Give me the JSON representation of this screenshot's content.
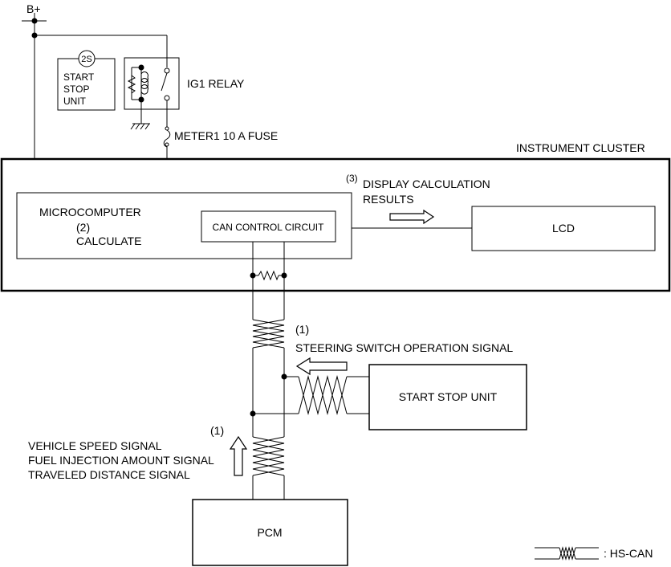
{
  "labels": {
    "b_plus": "B+",
    "start_stop_unit_small": [
      "START",
      "STOP",
      "UNIT"
    ],
    "badge_2s": "2S",
    "ig1_relay": "IG1 RELAY",
    "fuse": "METER1 10 A FUSE",
    "instrument_cluster": "INSTRUMENT CLUSTER",
    "microcomputer": "MICROCOMPUTER",
    "step2_num": "(2)",
    "step2_text": "CALCULATE",
    "can_control": "CAN CONTROL CIRCUIT",
    "step3_num": "(3)",
    "step3_text_line1": "DISPLAY CALCULATION",
    "step3_text_line2": "RESULTS",
    "lcd": "LCD",
    "step1_num_upper": "(1)",
    "steering_signal": "STEERING SWITCH OPERATION SIGNAL",
    "start_stop_unit": "START STOP UNIT",
    "step1_num_lower": "(1)",
    "pcm_signals": [
      "VEHICLE SPEED SIGNAL",
      "FUEL INJECTION AMOUNT SIGNAL",
      "TRAVELED DISTANCE SIGNAL"
    ],
    "pcm": "PCM",
    "legend": ": HS-CAN"
  }
}
